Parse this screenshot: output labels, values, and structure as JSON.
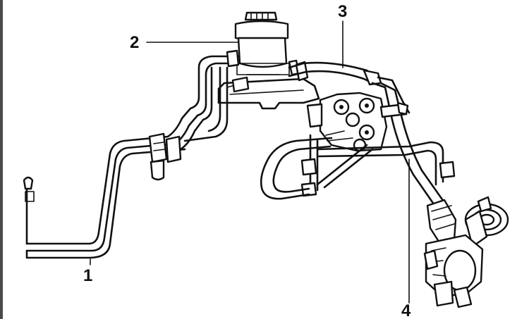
{
  "callouts": [
    {
      "id": "1",
      "label": "1"
    },
    {
      "id": "2",
      "label": "2"
    },
    {
      "id": "3",
      "label": "3"
    },
    {
      "id": "4",
      "label": "4"
    }
  ],
  "colors": {
    "ink": "#111111",
    "paper": "#ffffff",
    "border": "#4a4a4a"
  }
}
